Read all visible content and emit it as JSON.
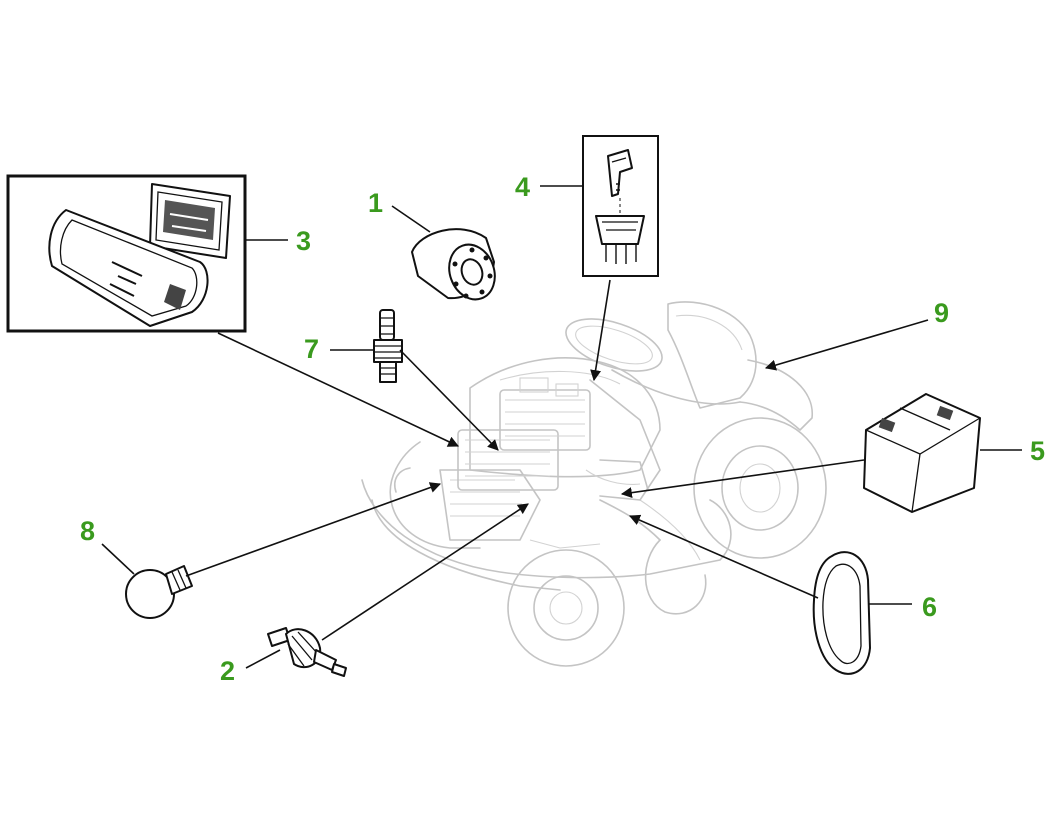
{
  "accent_color": "#3a9a1e",
  "callouts": [
    {
      "id": "1",
      "label": "1"
    },
    {
      "id": "2",
      "label": "2"
    },
    {
      "id": "3",
      "label": "3"
    },
    {
      "id": "4",
      "label": "4"
    },
    {
      "id": "5",
      "label": "5"
    },
    {
      "id": "6",
      "label": "6"
    },
    {
      "id": "7",
      "label": "7"
    },
    {
      "id": "8",
      "label": "8"
    },
    {
      "id": "9",
      "label": "9"
    }
  ],
  "icons": {
    "mower": "riding-mower-outline-icon",
    "oil_filter": "oil-filter-icon",
    "fuel_filter": "fuel-filter-icon",
    "hood_inserts": "hood-insert-panel-icon",
    "key_switch": "ignition-key-switch-icon",
    "battery": "battery-icon",
    "drive_belt": "drive-belt-icon",
    "spark_plug": "spark-plug-icon",
    "bulb": "headlight-bulb-icon"
  }
}
